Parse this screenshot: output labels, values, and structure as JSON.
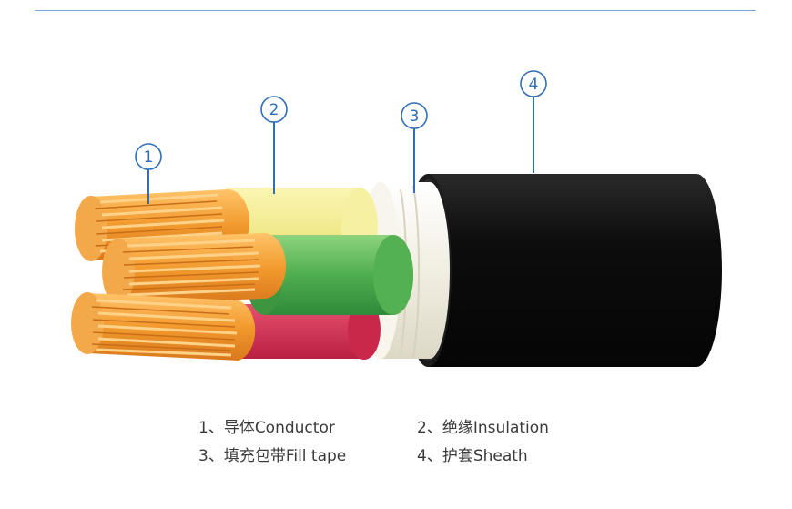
{
  "callouts": {
    "c1": "1",
    "c2": "2",
    "c3": "3",
    "c4": "4"
  },
  "legend": {
    "item1": "1、导体Conductor",
    "item2": "2、绝缘Insulation",
    "item3": "3、填充包带Fill tape",
    "item4": "4、护套Sheath"
  },
  "colors": {
    "callout": "#2f6fb7",
    "conductor": "#f0a23a",
    "insulation_yellow": "#f2ec8a",
    "insulation_green": "#5cb85c",
    "insulation_red": "#d42d52",
    "fill_tape": "#f4f1e6",
    "sheath": "#111111"
  }
}
